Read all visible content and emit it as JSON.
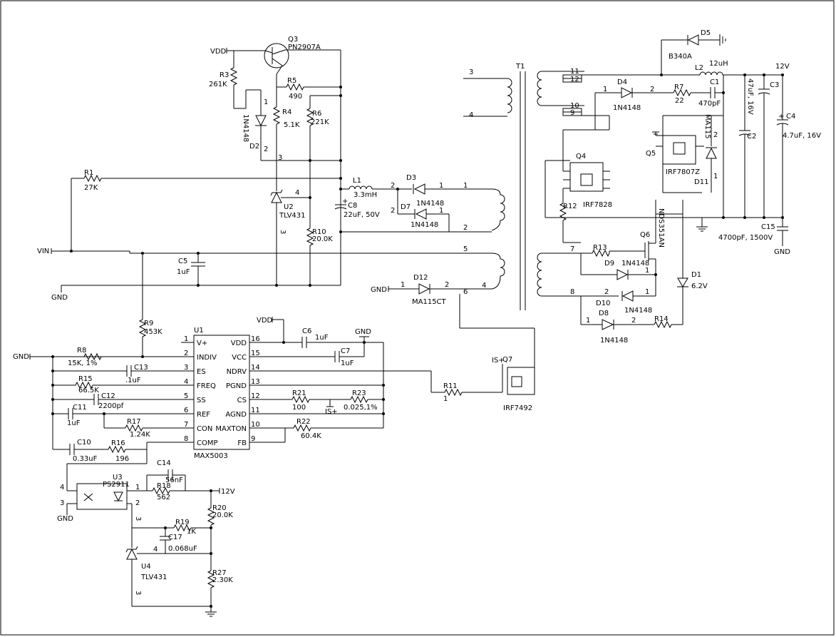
{
  "nets": {
    "vdd": "VDD",
    "vin": "VIN",
    "gnd": "GND",
    "v12": "12V",
    "is_plus": "IS+"
  },
  "components": [
    {
      "id": "Q3",
      "ref": "Q3",
      "value": "PN2907A"
    },
    {
      "id": "R3",
      "ref": "R3",
      "value": "261K"
    },
    {
      "id": "R5",
      "ref": "R5",
      "value": "490"
    },
    {
      "id": "R4",
      "ref": "R4",
      "value": "5.1K"
    },
    {
      "id": "R6",
      "ref": "R6",
      "value": "221K"
    },
    {
      "id": "D2",
      "ref": "D2",
      "value": "1N4148"
    },
    {
      "id": "R1",
      "ref": "R1",
      "value": "27K"
    },
    {
      "id": "U2",
      "ref": "U2",
      "value": "TLV431"
    },
    {
      "id": "L1",
      "ref": "L1",
      "value": "3.3mH"
    },
    {
      "id": "C8",
      "ref": "C8",
      "value": "22uF, 50V"
    },
    {
      "id": "D3",
      "ref": "D3",
      "value": "1N4148"
    },
    {
      "id": "D7",
      "ref": "D7",
      "value": "1N4148"
    },
    {
      "id": "R10",
      "ref": "R10",
      "value": "20.0K"
    },
    {
      "id": "C5",
      "ref": "C5",
      "value": "1uF"
    },
    {
      "id": "D12",
      "ref": "D12",
      "value": "MA115CT"
    },
    {
      "id": "R9",
      "ref": "R9",
      "value": "453K"
    },
    {
      "id": "R8",
      "ref": "R8",
      "value": "15K, 1%"
    },
    {
      "id": "C13",
      "ref": "C13",
      "value": ".1uF"
    },
    {
      "id": "R15",
      "ref": "R15",
      "value": "66.5K"
    },
    {
      "id": "C12",
      "ref": "C12",
      "value": "2200pf"
    },
    {
      "id": "C11",
      "ref": "C11",
      "value": "1uF"
    },
    {
      "id": "R17",
      "ref": "R17",
      "value": "1.24K"
    },
    {
      "id": "C10",
      "ref": "C10",
      "value": "0.33uF"
    },
    {
      "id": "R16",
      "ref": "R16",
      "value": "196"
    },
    {
      "id": "U1",
      "ref": "U1",
      "value": "MAX5003"
    },
    {
      "id": "C6",
      "ref": "C6",
      "value": "1uF"
    },
    {
      "id": "C7",
      "ref": "C7",
      "value": "1uF"
    },
    {
      "id": "R21",
      "ref": "R21",
      "value": "100"
    },
    {
      "id": "R23",
      "ref": "R23",
      "value": "0.025,1%"
    },
    {
      "id": "R22",
      "ref": "R22",
      "value": "60.4K"
    },
    {
      "id": "R11",
      "ref": "R11",
      "value": ""
    },
    {
      "id": "Q7",
      "ref": "Q7",
      "value": "IRF7492"
    },
    {
      "id": "T1",
      "ref": "T1",
      "value": ""
    },
    {
      "id": "D5",
      "ref": "D5",
      "value": "B340A"
    },
    {
      "id": "L2",
      "ref": "L2",
      "value": "12uH"
    },
    {
      "id": "D4",
      "ref": "D4",
      "value": "1N4148"
    },
    {
      "id": "R7",
      "ref": "R7",
      "value": "22"
    },
    {
      "id": "C1",
      "ref": "C1",
      "value": "470pF"
    },
    {
      "id": "C2",
      "ref": "C2",
      "value": "47uF, 16V"
    },
    {
      "id": "C3",
      "ref": "C3",
      "value": ""
    },
    {
      "id": "C4",
      "ref": "C4",
      "value": "4.7uF, 16V"
    },
    {
      "id": "Q4",
      "ref": "Q4",
      "value": "IRF7828"
    },
    {
      "id": "Q5",
      "ref": "Q5",
      "value": "IRF7807Z"
    },
    {
      "id": "D11",
      "ref": "D11",
      "value": "MA115"
    },
    {
      "id": "R12",
      "ref": "R12",
      "value": ""
    },
    {
      "id": "C15",
      "ref": "C15",
      "value": "4700pF, 1500V"
    },
    {
      "id": "Q6",
      "ref": "Q6",
      "value": "NDS351AN"
    },
    {
      "id": "R13",
      "ref": "R13",
      "value": ""
    },
    {
      "id": "D9",
      "ref": "D9",
      "value": "1N4148"
    },
    {
      "id": "D10",
      "ref": "D10",
      "value": "1N4148"
    },
    {
      "id": "D1",
      "ref": "D1",
      "value": "6.2V"
    },
    {
      "id": "D8",
      "ref": "D8",
      "value": "1N4148"
    },
    {
      "id": "R14",
      "ref": "R14",
      "value": ""
    },
    {
      "id": "U3",
      "ref": "U3",
      "value": "PS2911"
    },
    {
      "id": "C14",
      "ref": "C14",
      "value": "56nF"
    },
    {
      "id": "R18",
      "ref": "R18",
      "value": "562"
    },
    {
      "id": "R20",
      "ref": "R20",
      "value": "20.0K"
    },
    {
      "id": "R19",
      "ref": "R19",
      "value": "1K"
    },
    {
      "id": "C17",
      "ref": "C17",
      "value": "0.068uF"
    },
    {
      "id": "U4",
      "ref": "U4",
      "value": "TLV431"
    },
    {
      "id": "R27",
      "ref": "R27",
      "value": "2.30K"
    }
  ],
  "u1_pins": [
    {
      "left_num": "1",
      "left_name": "V+",
      "right_num": "16",
      "right_name": "VDD"
    },
    {
      "left_num": "2",
      "left_name": "INDIV",
      "right_num": "15",
      "right_name": "VCC"
    },
    {
      "left_num": "3",
      "left_name": "ES",
      "right_num": "14",
      "right_name": "NDRV"
    },
    {
      "left_num": "4",
      "left_name": "FREQ",
      "right_num": "13",
      "right_name": "PGND"
    },
    {
      "left_num": "5",
      "left_name": "SS",
      "right_num": "12",
      "right_name": "CS"
    },
    {
      "left_num": "6",
      "left_name": "REF",
      "right_num": "11",
      "right_name": "AGND"
    },
    {
      "left_num": "7",
      "left_name": "CON",
      "right_num": "10",
      "right_name": "MAXTON"
    },
    {
      "left_num": "8",
      "left_name": "COMP",
      "right_num": "9",
      "right_name": "FB"
    }
  ],
  "transformer_pins": [
    "3",
    "4",
    "11",
    "12",
    "10",
    "9",
    "1",
    "2",
    "5",
    "6",
    "7",
    "8"
  ],
  "pin_labels": [
    "1",
    "2",
    "3",
    "4",
    "5",
    "6",
    "7",
    "8",
    "9",
    "10",
    "11",
    "12"
  ]
}
